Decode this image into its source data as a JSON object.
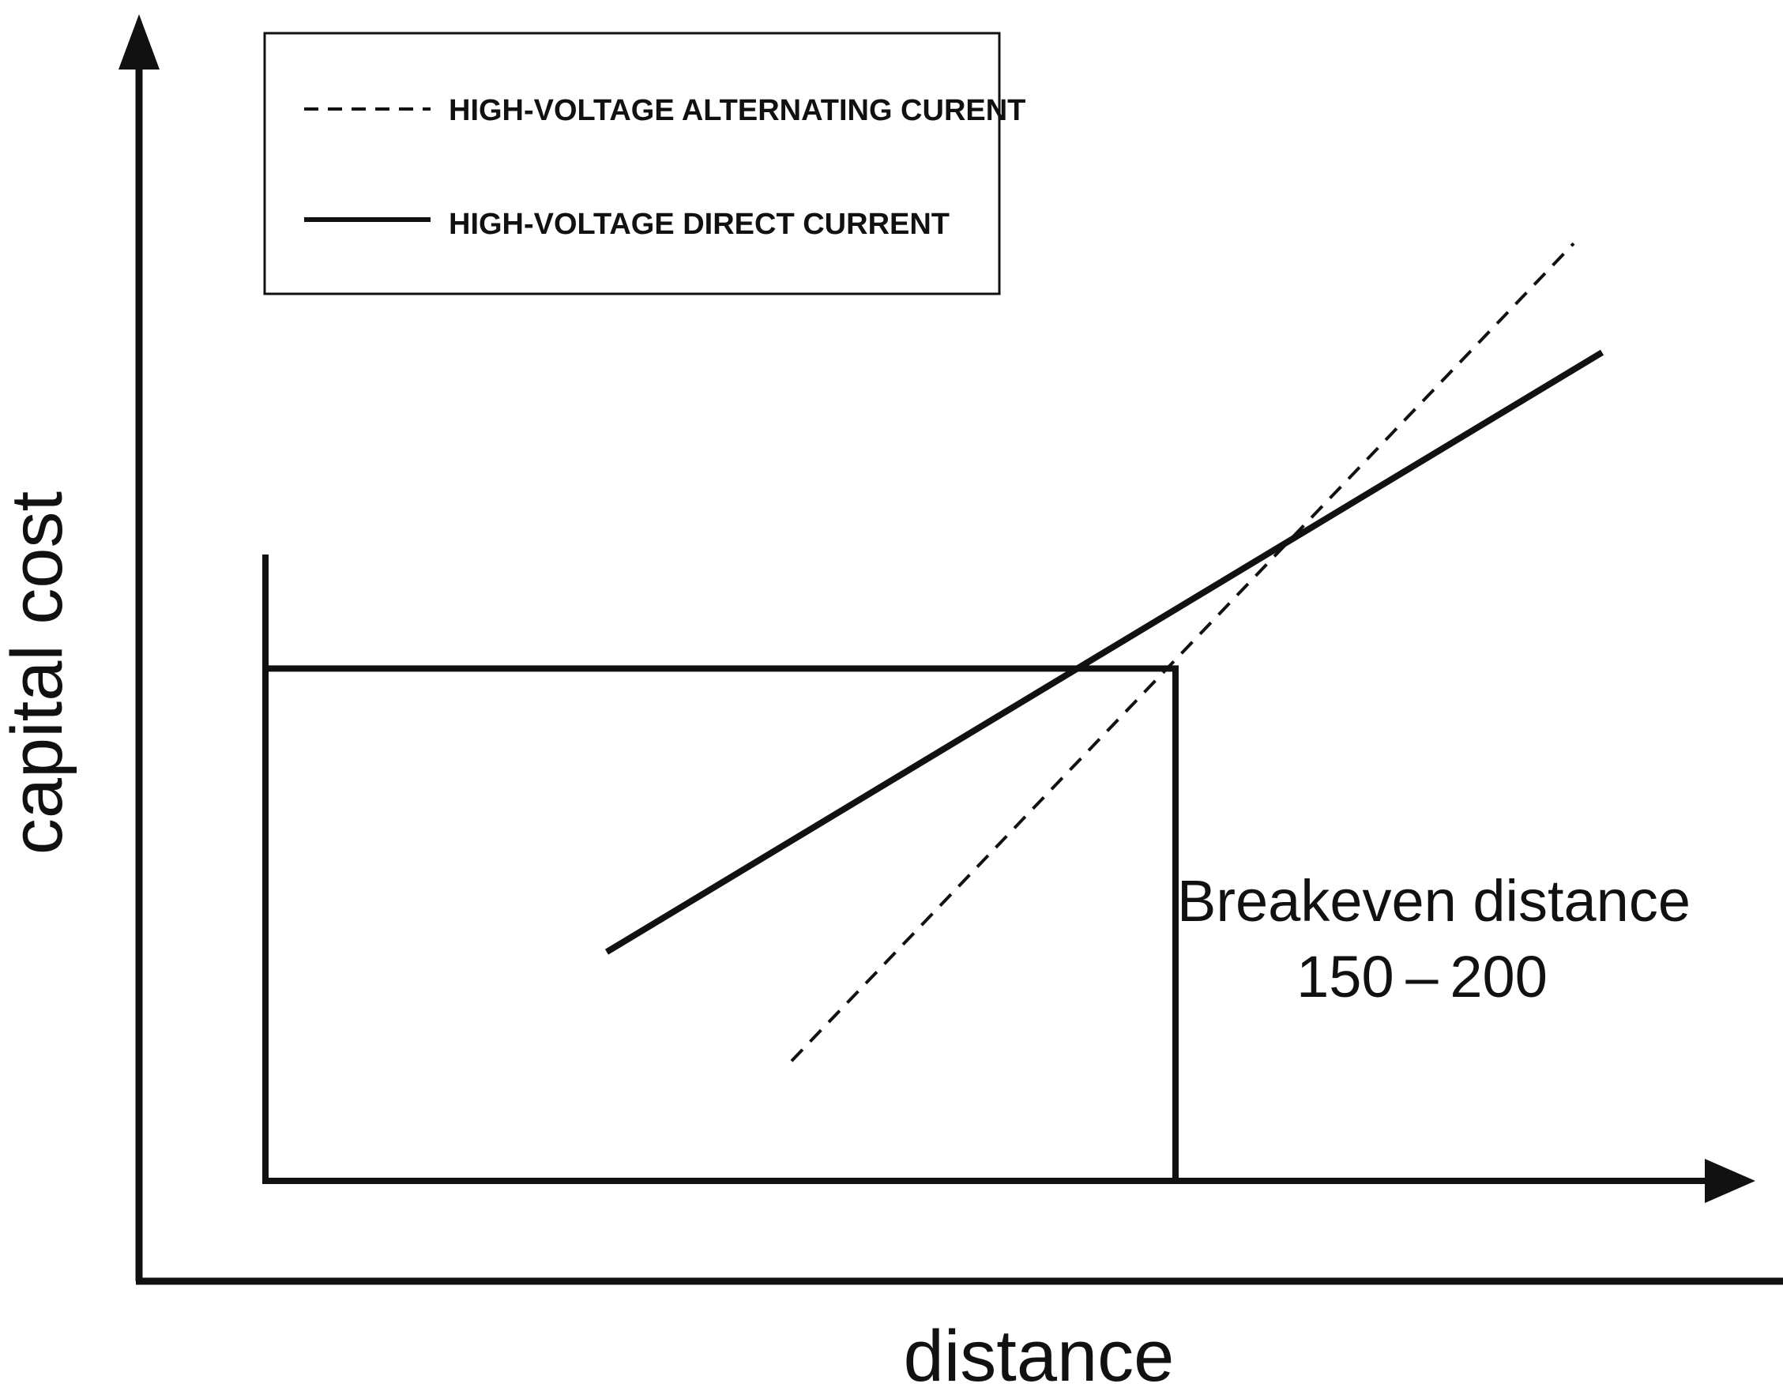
{
  "chart_data": {
    "type": "line",
    "title": "",
    "xlabel": "distance",
    "ylabel": "capital cost",
    "xlim": [
      0,
      10
    ],
    "ylim": [
      0,
      10
    ],
    "grid": false,
    "legend_placement": "top-left",
    "series": [
      {
        "name": "HIGH-VOLTAGE ALTERNATING CURENT",
        "style": "dashed",
        "color": "#111111",
        "x": [
          3.7,
          9.2
        ],
        "y": [
          1.1,
          8.6
        ]
      },
      {
        "name": "HIGH-VOLTAGE DIRECT CURRENT",
        "style": "solid",
        "color": "#111111",
        "x": [
          2.4,
          9.4
        ],
        "y": [
          2.1,
          7.6
        ]
      }
    ],
    "breakeven": {
      "x": 6.4,
      "y": 4.7
    },
    "annotation": {
      "line1": "Breakeven distance",
      "line2": "150 – 200"
    }
  }
}
